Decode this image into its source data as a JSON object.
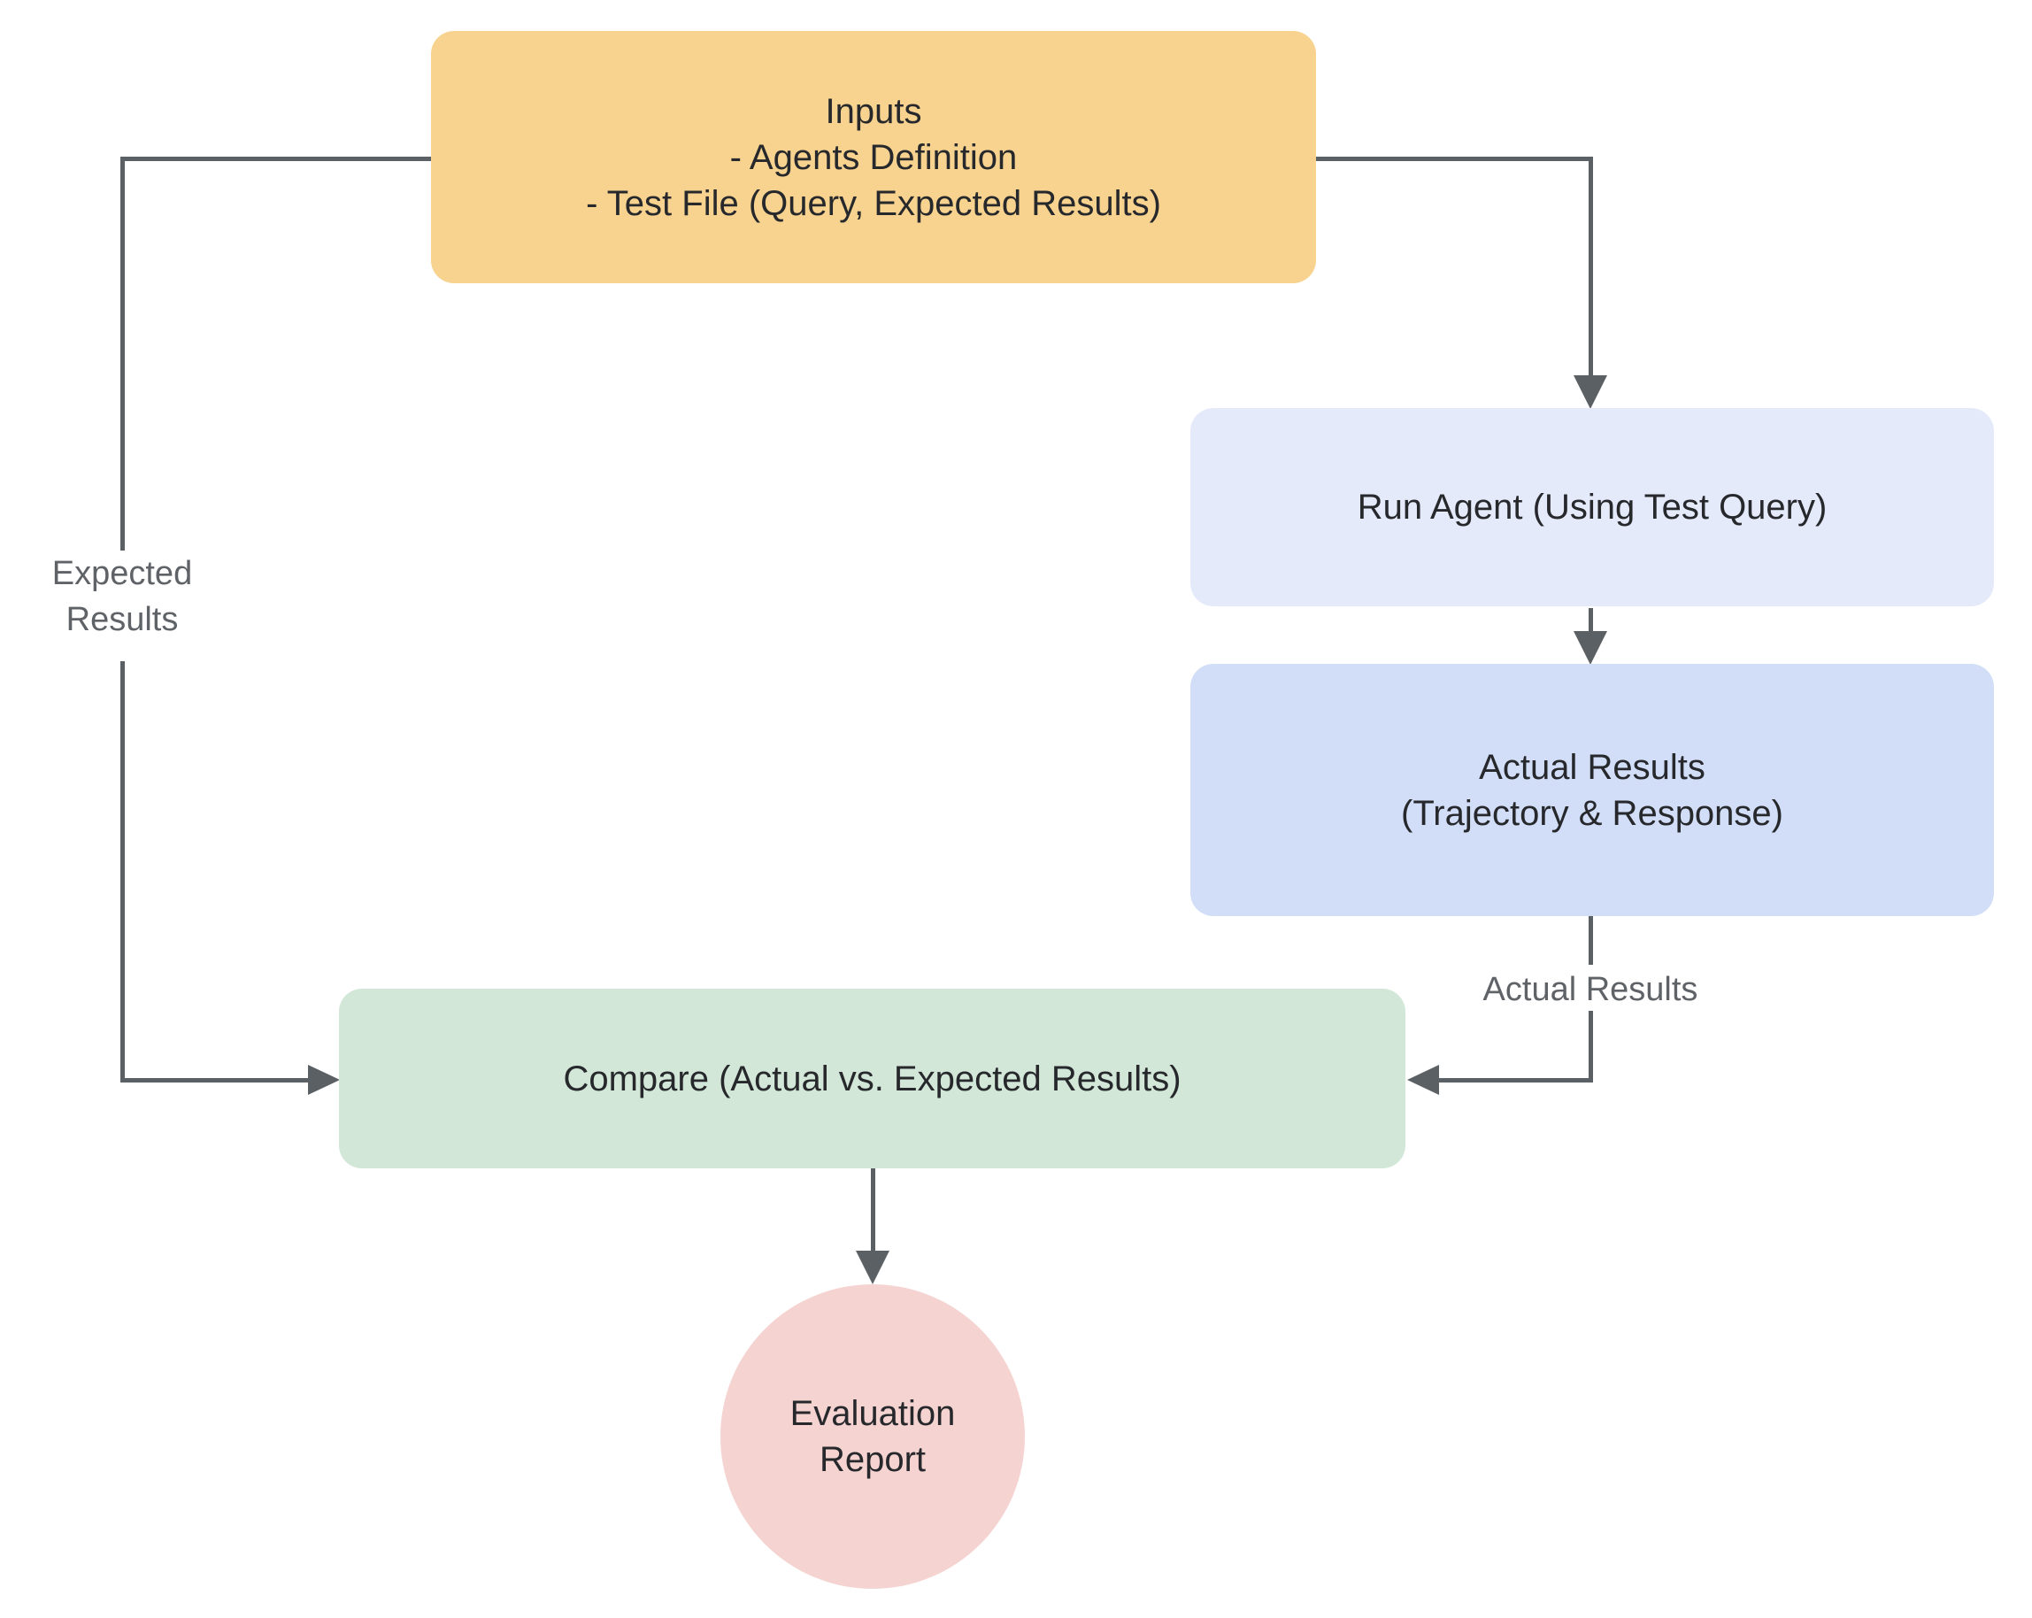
{
  "diagram": {
    "background": "#ffffff",
    "connector_color": "#5b6065",
    "text_color": "#26282c",
    "edge_label_color": "#5f6368",
    "nodes": {
      "inputs": {
        "fill": "#F7D38F",
        "lines": [
          "Inputs",
          "- Agents Definition",
          "- Test File (Query, Expected Results)"
        ]
      },
      "run_agent": {
        "fill": "#E5EAFA",
        "label": "Run Agent (Using Test Query)"
      },
      "actual_results": {
        "fill": "#D2DEF7",
        "lines": [
          "Actual Results",
          "(Trajectory & Response)"
        ]
      },
      "compare": {
        "fill": "#D2E7D7",
        "label": "Compare (Actual vs. Expected Results)"
      },
      "report": {
        "fill": "#F5D3D1",
        "lines": [
          "Evaluation",
          "Report"
        ]
      }
    },
    "edge_labels": {
      "expected_results": {
        "lines": [
          "Expected",
          "Results"
        ]
      },
      "actual_results": "Actual Results"
    }
  }
}
